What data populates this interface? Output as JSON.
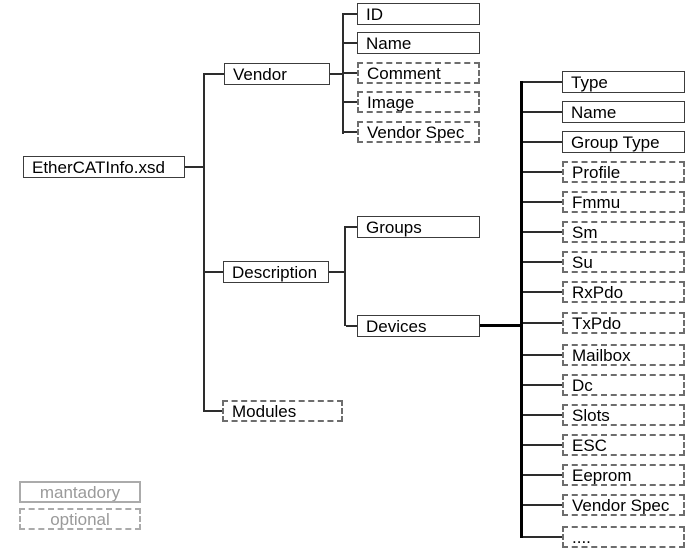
{
  "tree": {
    "root": {
      "label": "EtherCATInfo.xsd",
      "required": true
    },
    "children": [
      {
        "label": "Vendor",
        "required": true
      },
      {
        "label": "Description",
        "required": true
      },
      {
        "label": "Modules",
        "required": false
      }
    ],
    "vendor_children": [
      {
        "label": "ID",
        "required": true
      },
      {
        "label": "Name",
        "required": true
      },
      {
        "label": "Comment",
        "required": false
      },
      {
        "label": "Image",
        "required": false
      },
      {
        "label": "Vendor Spec",
        "required": false
      }
    ],
    "description_children": [
      {
        "label": "Groups",
        "required": true
      },
      {
        "label": "Devices",
        "required": true
      }
    ],
    "devices_children": [
      {
        "label": "Type",
        "required": true
      },
      {
        "label": "Name",
        "required": true
      },
      {
        "label": "Group Type",
        "required": true
      },
      {
        "label": "Profile",
        "required": false
      },
      {
        "label": "Fmmu",
        "required": false
      },
      {
        "label": "Sm",
        "required": false
      },
      {
        "label": "Su",
        "required": false
      },
      {
        "label": "RxPdo",
        "required": false
      },
      {
        "label": "TxPdo",
        "required": false
      },
      {
        "label": "Mailbox",
        "required": false
      },
      {
        "label": "Dc",
        "required": false
      },
      {
        "label": "Slots",
        "required": false
      },
      {
        "label": "ESC",
        "required": false
      },
      {
        "label": "Eeprom",
        "required": false
      },
      {
        "label": "Vendor Spec",
        "required": false
      },
      {
        "label": "....",
        "required": false
      }
    ]
  },
  "legend": {
    "mandatory_label": "mantadory",
    "optional_label": "optional"
  },
  "colors": {
    "solid_border": "#3c3c3c",
    "dashed_border": "#6d6d6d",
    "legend_gray": "#9a9a9a",
    "line": "#2d2d2d",
    "thick_line": "#000000",
    "background": "#ffffff"
  }
}
